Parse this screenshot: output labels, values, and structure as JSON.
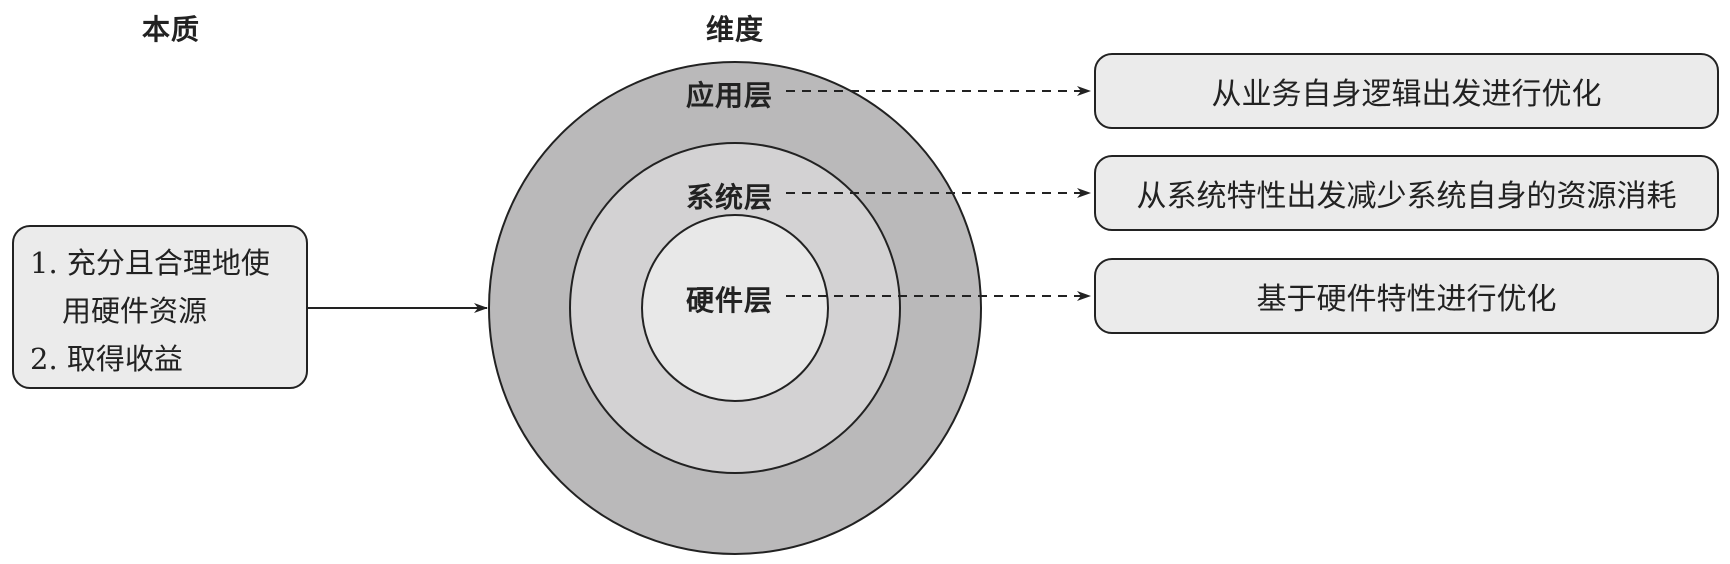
{
  "headings": {
    "essence": "本质",
    "dimension": "维度"
  },
  "essence_box": {
    "line1": "1. 充分且合理地使",
    "line2": "用硬件资源",
    "line3": "2. 取得收益"
  },
  "layers": [
    {
      "label": "应用层",
      "description": "从业务自身逻辑出发进行优化",
      "fill": "#bab9ba"
    },
    {
      "label": "系统层",
      "description": "从系统特性出发减少系统自身的资源消耗",
      "fill": "#d3d2d3"
    },
    {
      "label": "硬件层",
      "description": "基于硬件特性进行优化",
      "fill": "#e8e8e8"
    }
  ]
}
